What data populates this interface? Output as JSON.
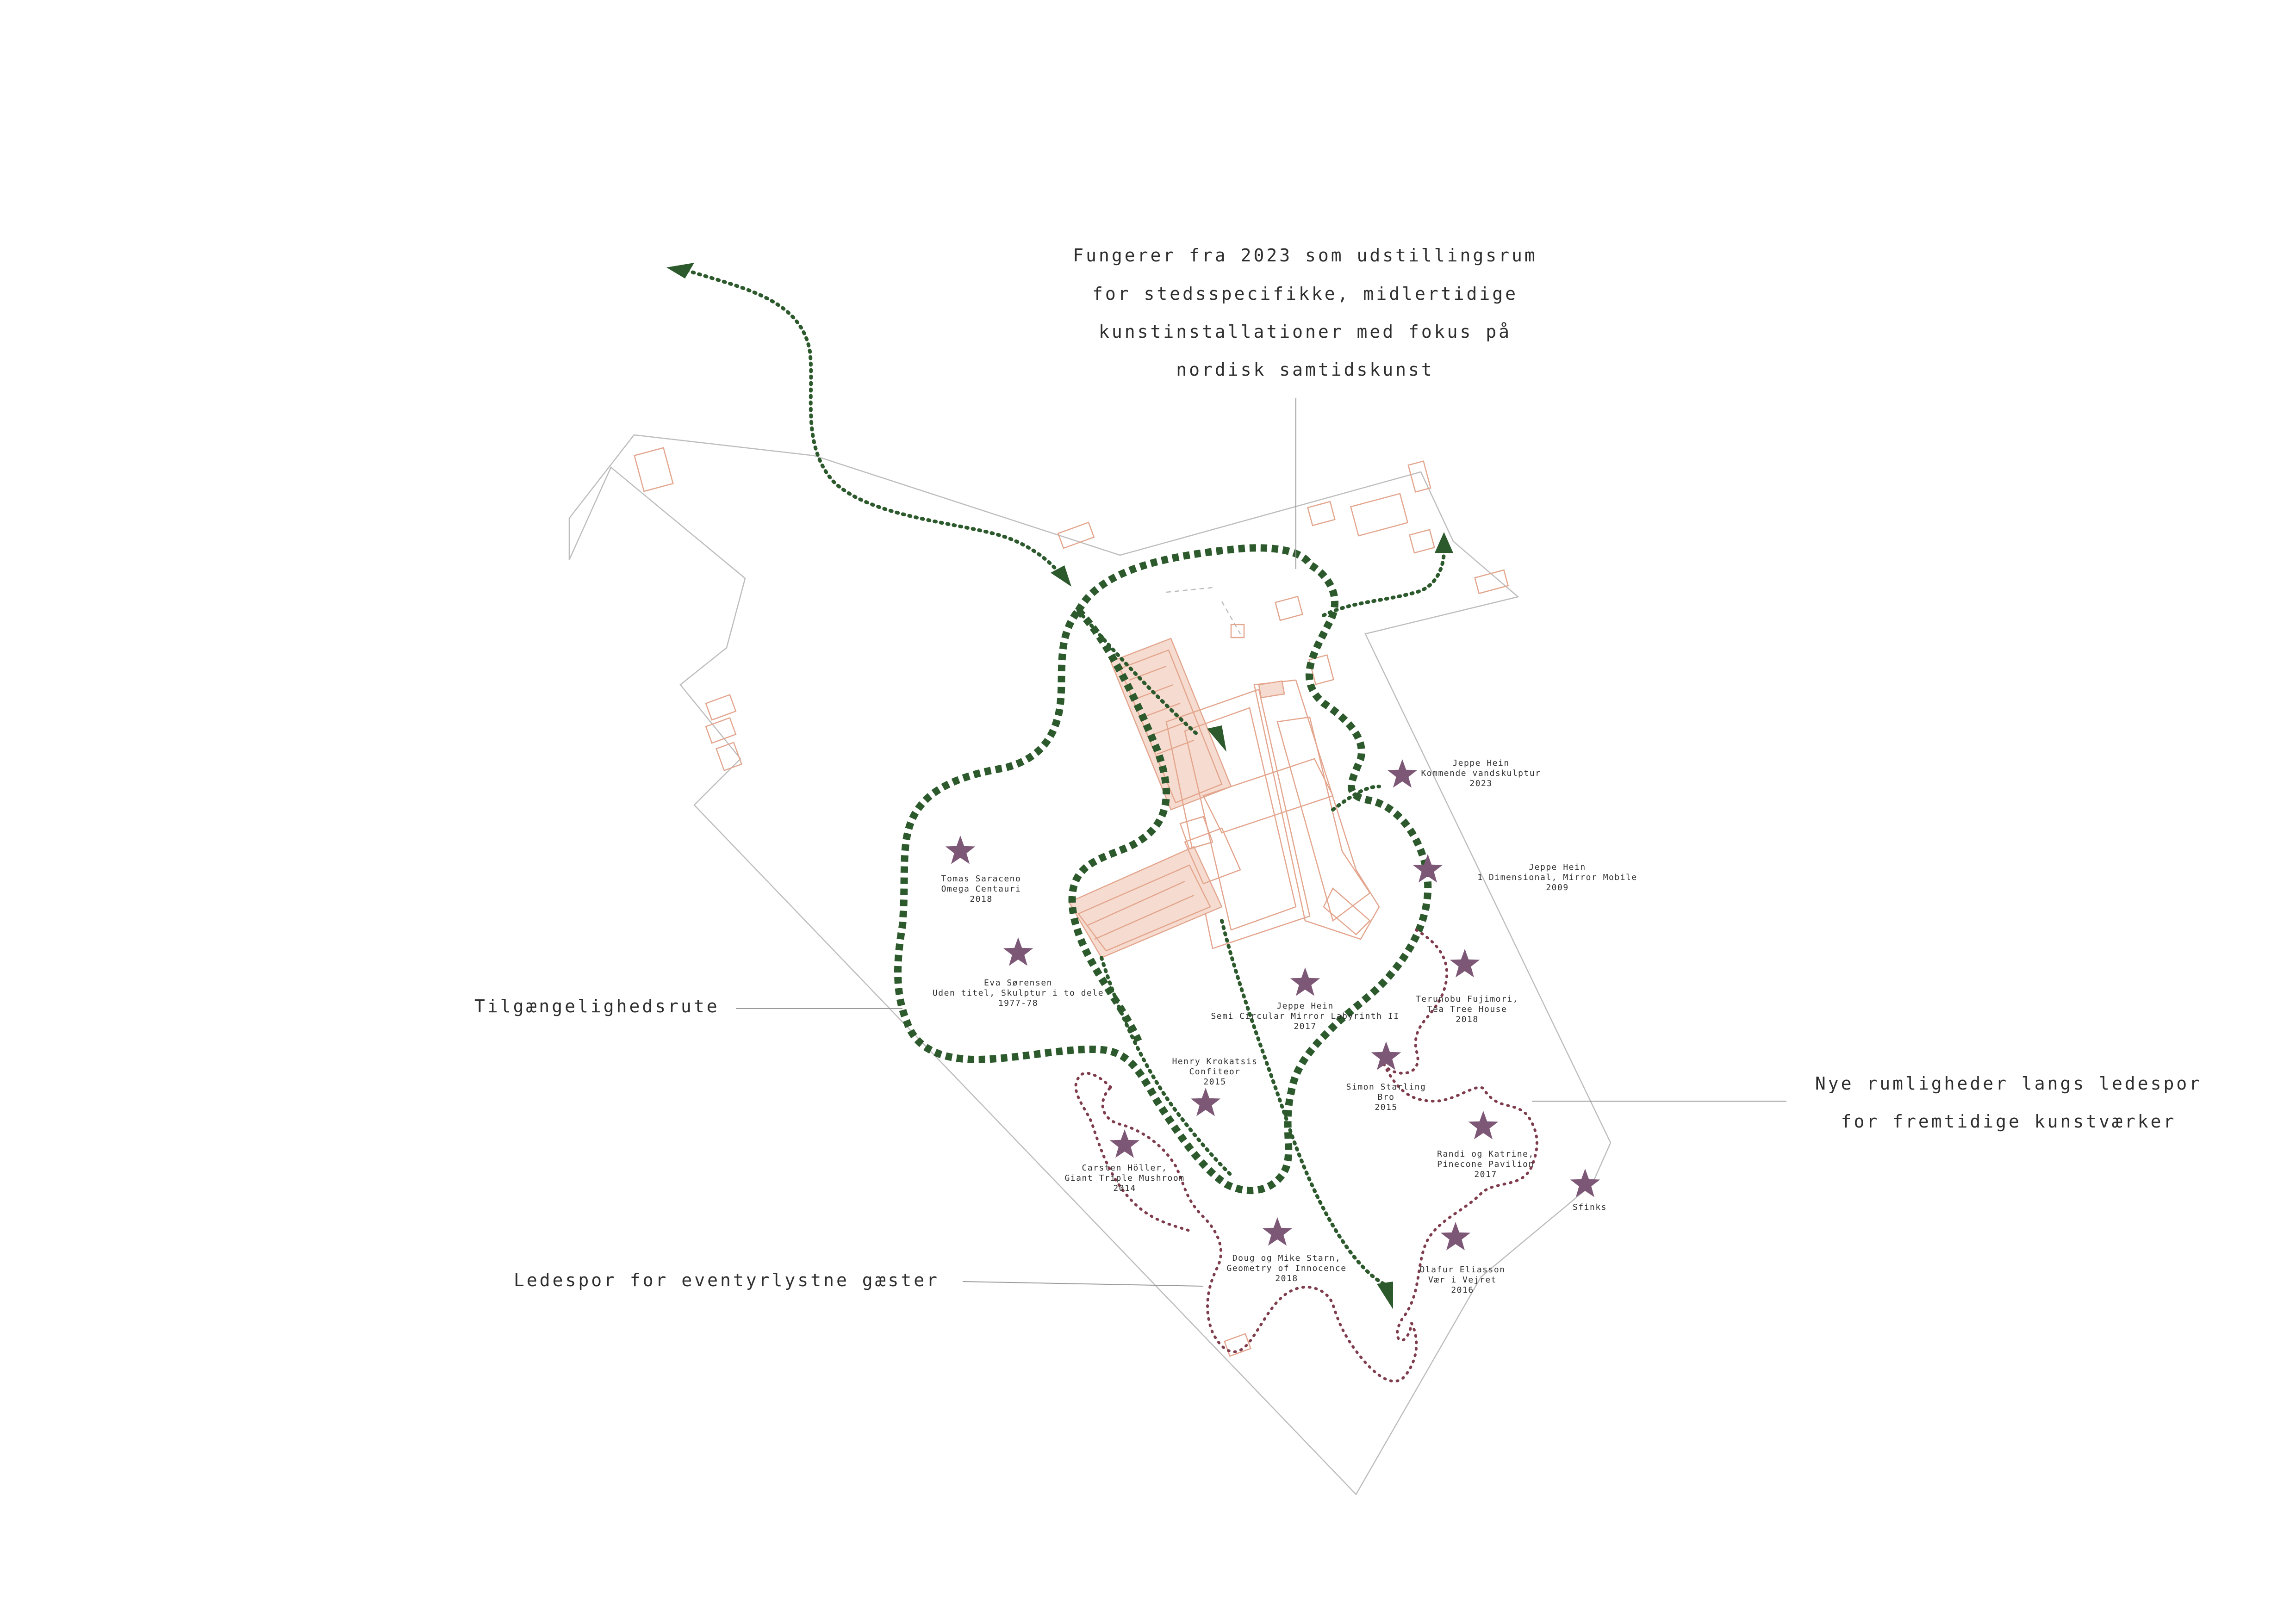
{
  "callouts": {
    "exhibition_line1": "Fungerer fra 2023 som udstillingsrum",
    "exhibition_line2": "for stedsspecifikke, midlertidige",
    "exhibition_line3": "kunstinstallationer med fokus på",
    "exhibition_line4": "nordisk samtidskunst",
    "accessibility_route": "Tilgængelighedsrute",
    "adventure_trail": "Ledespor for eventyrlystne gæster",
    "new_spaces_line1": "Nye rumligheder langs ledespor",
    "new_spaces_line2": "for fremtidige kunstværker"
  },
  "artworks": [
    {
      "name": "Jeppe Hein",
      "title": "Kommende vandskulptur",
      "year": "2023"
    },
    {
      "name": "Jeppe Hein",
      "title": "1 Dimensional, Mirror Mobile",
      "year": "2009"
    },
    {
      "name": "Tomas Saraceno",
      "title": "Omega Centauri",
      "year": "2018"
    },
    {
      "name": "Eva Sørensen",
      "title": "Uden titel, Skulptur i to dele",
      "year": "1977-78"
    },
    {
      "name": "Jeppe Hein",
      "title": "Semi Circular Mirror Labyrinth II",
      "year": "2017"
    },
    {
      "name": "Terunobu Fujimori,",
      "title": "Tea Tree House",
      "year": "2018"
    },
    {
      "name": "Henry Krokatsis",
      "title": "Confiteor",
      "year": "2015"
    },
    {
      "name": "Simon Starling",
      "title": "Bro",
      "year": "2015"
    },
    {
      "name": "Carsten Höller,",
      "title": "Giant Triple Mushroom",
      "year": "2014"
    },
    {
      "name": "Randi og Katrine,",
      "title": "Pinecone Pavilion",
      "year": "2017"
    },
    {
      "name": "Sfinks",
      "title": "",
      "year": ""
    },
    {
      "name": "Doug og Mike Starn,",
      "title": "Geometry of Innocence",
      "year": "2018"
    },
    {
      "name": "Olafur Eliasson",
      "title": "Vær i Vejret",
      "year": "2016"
    }
  ],
  "colors": {
    "route_green": "#2d5a2d",
    "adventure_trail": "#7e3c4c",
    "star_marker": "#7d5876",
    "buildings": "#e3a58d",
    "site_outline": "#bdbdbd"
  },
  "icons": {
    "artwork_marker": "star-icon",
    "route_arrow": "arrow-icon"
  }
}
